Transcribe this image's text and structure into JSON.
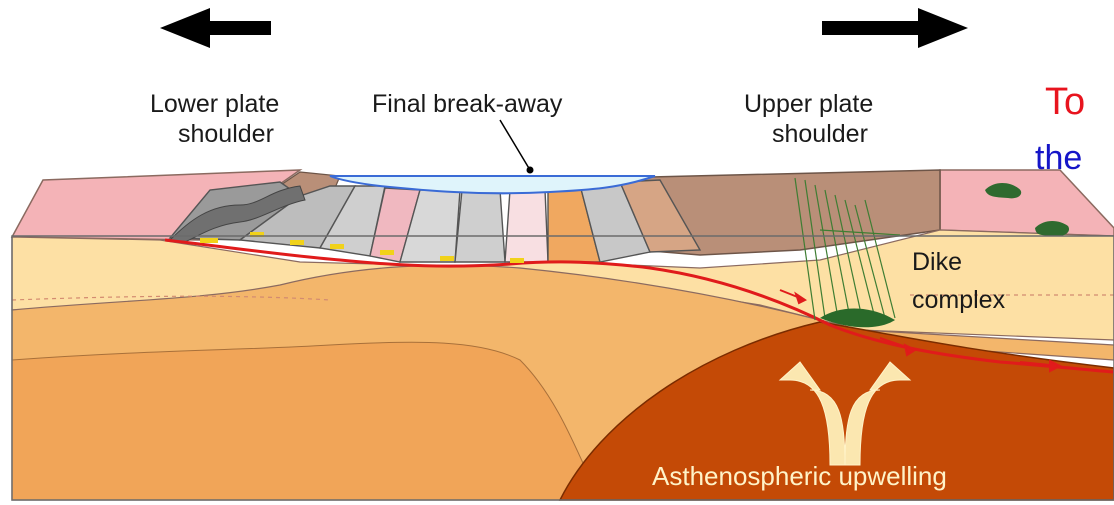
{
  "labels": {
    "lower_plate": [
      "Lower plate",
      "shoulder"
    ],
    "final_breakaway": "Final break-away",
    "upper_plate": [
      "Upper plate",
      "shoulder"
    ],
    "to_text": "To",
    "the_text": "the",
    "dike": [
      "Dike",
      "complex"
    ],
    "asthenosphere": "Asthenospheric upwelling"
  },
  "icons": {
    "left_arrow": "arrow-left-icon",
    "right_arrow": "arrow-right-icon",
    "upwelling_arrows": "curved-arrow-icon"
  },
  "colors": {
    "pink_crust": "#f4b3b7",
    "brown_top": "#b98f78",
    "light_layer": "#fde0a4",
    "mid_layer": "#f3b66b",
    "deep_layer": "#f1a558",
    "mantle": "#c44a06",
    "water": "#dff4fb",
    "detachment": "#e01b1b",
    "dike_green": "#2a6a2a"
  }
}
